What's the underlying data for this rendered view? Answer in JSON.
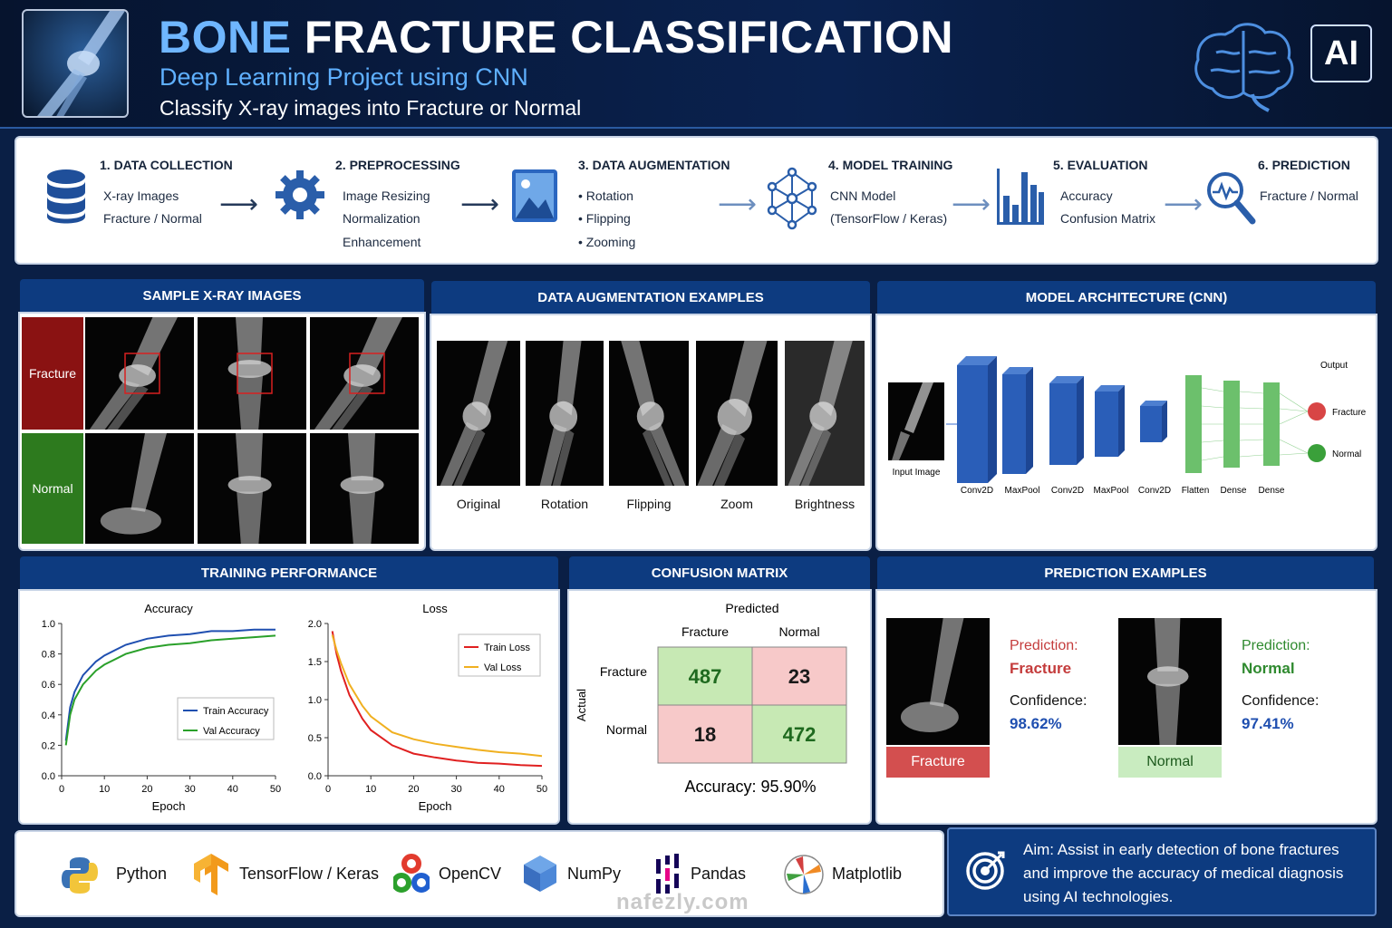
{
  "header": {
    "title_part1": "BONE",
    "title_part2": "FRACTURE CLASSIFICATION",
    "subtitle": "Deep Learning Project using CNN",
    "tagline": "Classify X-ray images into Fracture or Normal",
    "badge": "AI",
    "icons": [
      "xray-knee-icon",
      "brain-icon"
    ]
  },
  "pipeline": [
    {
      "title": "1. DATA COLLECTION",
      "lines": [
        "X-ray Images",
        "Fracture / Normal"
      ],
      "icon": "database-icon"
    },
    {
      "title": "2. PREPROCESSING",
      "lines": [
        "Image Resizing",
        "Normalization",
        "Enhancement"
      ],
      "icon": "gear-icon"
    },
    {
      "title": "3. DATA AUGMENTATION",
      "lines": [
        "• Rotation",
        "• Flipping",
        "• Zooming"
      ],
      "icon": "image-icon"
    },
    {
      "title": "4. MODEL TRAINING",
      "lines": [
        "CNN Model",
        "(TensorFlow / Keras)"
      ],
      "icon": "network-icon"
    },
    {
      "title": "5. EVALUATION",
      "lines": [
        "Accuracy",
        "Confusion Matrix"
      ],
      "icon": "bar-chart-icon"
    },
    {
      "title": "6. PREDICTION",
      "lines": [
        "Fracture / Normal"
      ],
      "icon": "magnifier-icon"
    }
  ],
  "samples": {
    "title": "SAMPLE X-RAY IMAGES",
    "row_labels": [
      "Fracture",
      "Normal"
    ]
  },
  "augmentation": {
    "title": "DATA AUGMENTATION EXAMPLES",
    "labels": [
      "Original",
      "Rotation",
      "Flipping",
      "Zoom",
      "Brightness"
    ]
  },
  "architecture": {
    "title": "MODEL ARCHITECTURE (CNN)",
    "input_label": "Input Image",
    "layers": [
      "Conv2D",
      "MaxPool",
      "Conv2D",
      "MaxPool",
      "Conv2D",
      "Flatten",
      "Dense",
      "Dense"
    ],
    "output_label": "Output",
    "outputs": [
      {
        "label": "Fracture",
        "color": "#d84545"
      },
      {
        "label": "Normal",
        "color": "#3aa03a"
      }
    ]
  },
  "training": {
    "title": "TRAINING PERFORMANCE"
  },
  "chart_data": [
    {
      "type": "line",
      "title": "Accuracy",
      "xlabel": "Epoch",
      "ylabel": "",
      "xlim": [
        0,
        50
      ],
      "ylim": [
        0,
        1.0
      ],
      "xticks": [
        "0",
        "10",
        "20",
        "30",
        "40",
        "50"
      ],
      "yticks": [
        "0.0",
        "0.2",
        "0.4",
        "0.6",
        "0.8",
        "1.0"
      ],
      "legend": "center-right",
      "x": [
        1,
        2,
        3,
        5,
        8,
        10,
        15,
        20,
        25,
        30,
        35,
        40,
        45,
        50
      ],
      "series": [
        {
          "name": "Train Accuracy",
          "color": "#1f4fb0",
          "values": [
            0.23,
            0.45,
            0.55,
            0.66,
            0.75,
            0.79,
            0.86,
            0.9,
            0.92,
            0.93,
            0.95,
            0.95,
            0.96,
            0.96
          ]
        },
        {
          "name": "Val Accuracy",
          "color": "#2aa02a",
          "values": [
            0.2,
            0.4,
            0.5,
            0.6,
            0.69,
            0.73,
            0.8,
            0.84,
            0.86,
            0.87,
            0.89,
            0.9,
            0.91,
            0.92
          ]
        }
      ]
    },
    {
      "type": "line",
      "title": "Loss",
      "xlabel": "Epoch",
      "ylabel": "",
      "xlim": [
        0,
        50
      ],
      "ylim": [
        0,
        2.0
      ],
      "xticks": [
        "0",
        "10",
        "20",
        "30",
        "40",
        "50"
      ],
      "yticks": [
        "0.0",
        "0.5",
        "1.0",
        "1.5",
        "2.0"
      ],
      "legend": "top-right",
      "x": [
        1,
        2,
        3,
        5,
        8,
        10,
        15,
        20,
        25,
        30,
        35,
        40,
        45,
        50
      ],
      "series": [
        {
          "name": "Train Loss",
          "color": "#e02020",
          "values": [
            1.9,
            1.6,
            1.38,
            1.06,
            0.75,
            0.6,
            0.4,
            0.29,
            0.24,
            0.2,
            0.17,
            0.16,
            0.14,
            0.13
          ]
        },
        {
          "name": "Val Loss",
          "color": "#f0b020",
          "values": [
            1.85,
            1.65,
            1.48,
            1.2,
            0.92,
            0.78,
            0.57,
            0.48,
            0.42,
            0.38,
            0.34,
            0.31,
            0.29,
            0.26
          ]
        }
      ]
    },
    {
      "type": "heatmap",
      "title": "Predicted",
      "ylabel": "Actual",
      "columns": [
        "Fracture",
        "Normal"
      ],
      "rows": [
        "Fracture",
        "Normal"
      ],
      "values": [
        [
          487,
          23
        ],
        [
          18,
          472
        ]
      ],
      "accuracy_text": "Accuracy: 95.90%"
    }
  ],
  "confusion": {
    "title": "CONFUSION MATRIX"
  },
  "predictions": {
    "title": "PREDICTION EXAMPLES",
    "items": [
      {
        "prediction_label": "Prediction:",
        "prediction": "Fracture",
        "confidence_label": "Confidence:",
        "confidence": "98.62%",
        "badge": "Fracture",
        "color": "#c43c3c",
        "badge_bg": "#d34f4f",
        "badge_color": "#ffffff"
      },
      {
        "prediction_label": "Prediction:",
        "prediction": "Normal",
        "confidence_label": "Confidence:",
        "confidence": "97.41%",
        "badge": "Normal",
        "color": "#2f8a2f",
        "badge_bg": "#c9ecc0",
        "badge_color": "#1d5a1d"
      }
    ]
  },
  "tools": [
    {
      "label": "Python",
      "icon": "python-icon"
    },
    {
      "label": "TensorFlow / Keras",
      "icon": "tensorflow-icon"
    },
    {
      "label": "OpenCV",
      "icon": "opencv-icon"
    },
    {
      "label": "NumPy",
      "icon": "numpy-icon"
    },
    {
      "label": "Pandas",
      "icon": "pandas-icon"
    },
    {
      "label": "Matplotlib",
      "icon": "matplotlib-icon"
    }
  ],
  "aim": {
    "text": "Aim: Assist in early detection of bone fractures and improve the accuracy of medical diagnosis using AI technologies.",
    "icon": "target-icon"
  },
  "watermark": "nafezly.com"
}
